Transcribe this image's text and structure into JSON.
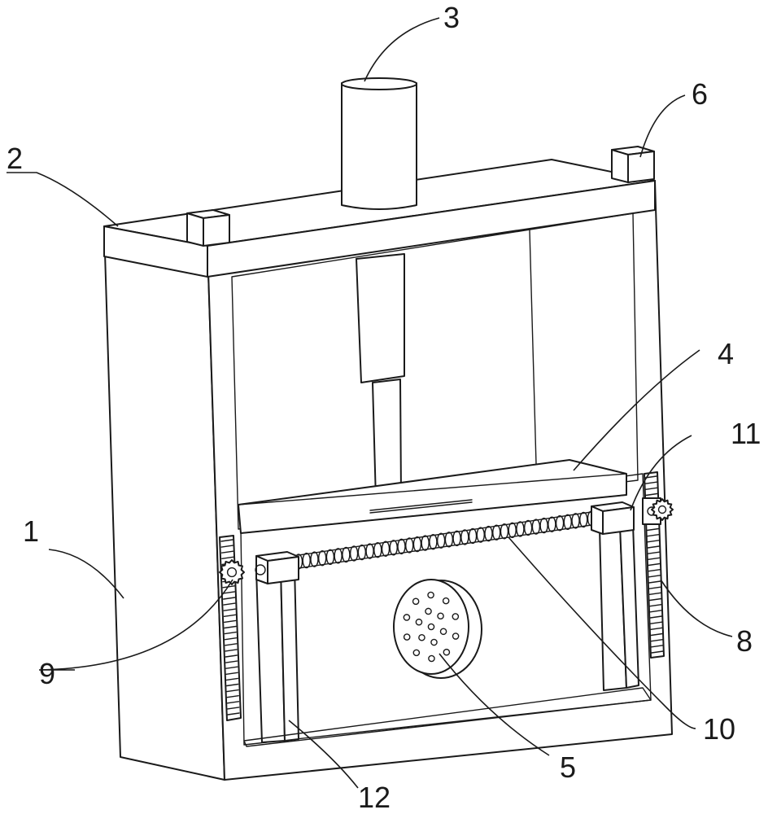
{
  "labels": [
    {
      "id": "1",
      "text": "1"
    },
    {
      "id": "2",
      "text": "2"
    },
    {
      "id": "3",
      "text": "3"
    },
    {
      "id": "4",
      "text": "4"
    },
    {
      "id": "5",
      "text": "5"
    },
    {
      "id": "6",
      "text": "6"
    },
    {
      "id": "8",
      "text": "8"
    },
    {
      "id": "9",
      "text": "9"
    },
    {
      "id": "10",
      "text": "10"
    },
    {
      "id": "11",
      "text": "11"
    },
    {
      "id": "12",
      "text": "12"
    }
  ]
}
